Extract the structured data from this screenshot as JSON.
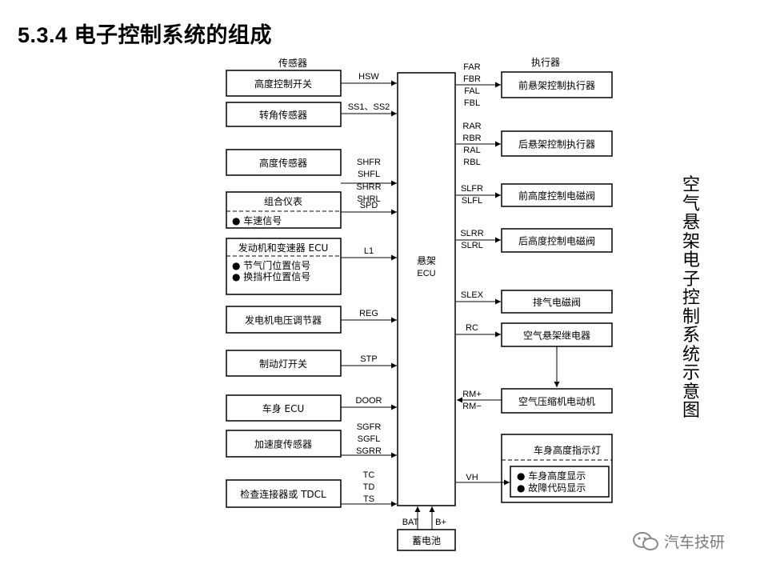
{
  "title": {
    "number": "5.3.4",
    "text": "电子控制系统的组成"
  },
  "sensors_header": "传感器",
  "actuators_header": "执行器",
  "ecu": {
    "line1": "悬架",
    "line2": "ECU"
  },
  "battery": {
    "label": "蓄电池",
    "sig_bat": "BAT",
    "sig_b": "B+"
  },
  "sensors": [
    {
      "label": "高度控制开关",
      "signals": [
        "HSW"
      ]
    },
    {
      "label": "转角传感器",
      "signals": [
        "SS1、SS2"
      ]
    },
    {
      "label": "高度传感器",
      "signals": [
        "SHFR",
        "SHFL",
        "SHRR",
        "SHRL"
      ]
    },
    {
      "label": "组合仪表",
      "sub": [
        "● 车速信号"
      ],
      "signals": [
        "SPD"
      ]
    },
    {
      "label": "发动机和变速器 ECU",
      "sub": [
        "● 节气门位置信号",
        "● 换挡杆位置信号"
      ],
      "signals": [
        "L1"
      ]
    },
    {
      "label": "发电机电压调节器",
      "signals": [
        "REG"
      ]
    },
    {
      "label": "制动灯开关",
      "signals": [
        "STP"
      ]
    },
    {
      "label": "车身 ECU",
      "signals": [
        "DOOR"
      ]
    },
    {
      "label": "加速度传感器",
      "signals": [
        "SGFR",
        "SGFL",
        "SGRR"
      ]
    },
    {
      "label": "检查连接器或 TDCL",
      "signals": [
        "TC",
        "TD",
        "TS"
      ]
    }
  ],
  "actuators": [
    {
      "label": "前悬架控制执行器",
      "signals": [
        "FAR",
        "FBR",
        "FAL",
        "FBL"
      ]
    },
    {
      "label": "后悬架控制执行器",
      "signals": [
        "RAR",
        "RBR",
        "RAL",
        "RBL"
      ]
    },
    {
      "label": "前高度控制电磁阀",
      "signals": [
        "SLFR",
        "SLFL"
      ]
    },
    {
      "label": "后高度控制电磁阀",
      "signals": [
        "SLRR",
        "SLRL"
      ]
    },
    {
      "label": "排气电磁阀",
      "signals": [
        "SLEX"
      ]
    },
    {
      "label": "空气悬架继电器",
      "signals": [
        "RC"
      ]
    },
    {
      "label": "空气压缩机电动机",
      "signals": [
        "RM+",
        "RM−"
      ]
    },
    {
      "label": "车身高度指示灯",
      "sub": [
        "● 车身高度显示",
        "● 故障代码显示"
      ],
      "signals": [
        "VH"
      ]
    }
  ],
  "side_caption": "空气悬架电子控制系统示意图",
  "watermark": "汽车技研"
}
